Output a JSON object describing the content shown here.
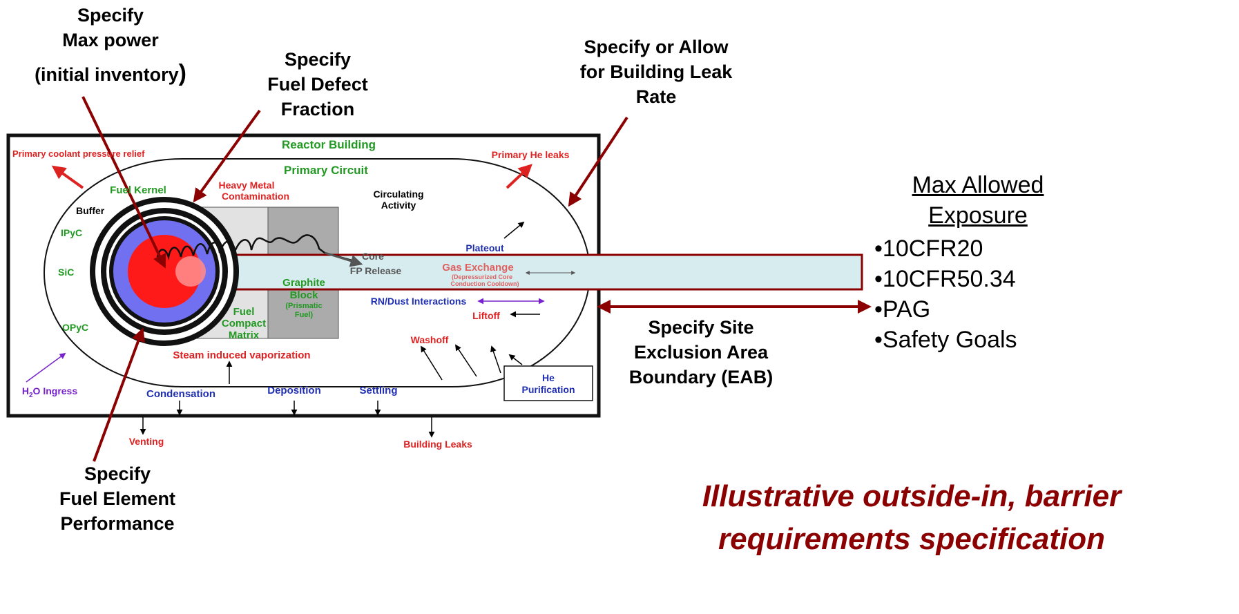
{
  "callouts": {
    "max_power": [
      "Specify",
      "Max power",
      "(initial inventory",
      ")"
    ],
    "fuel_defect": [
      "Specify",
      "Fuel Defect",
      "Fraction"
    ],
    "leak_rate": [
      "Specify or Allow",
      "for Building Leak",
      "Rate"
    ],
    "site_eab": [
      "Specify Site",
      "Exclusion Area",
      "Boundary (EAB)"
    ],
    "fuel_element": [
      "Specify",
      "Fuel Element",
      "Performance"
    ]
  },
  "diagram": {
    "reactor_building": "Reactor Building",
    "primary_circuit": "Primary Circuit",
    "primary_relief": "Primary coolant pressure relief",
    "primary_he_leaks": "Primary He leaks",
    "fuel_kernel": "Fuel Kernel",
    "buffer": "Buffer",
    "ipyc": "IPyC",
    "sic": "SiC",
    "opyc": "OPyC",
    "heavy_metal": [
      "Heavy Metal",
      "Contamination"
    ],
    "circulating": [
      "Circulating",
      "Activity"
    ],
    "plateout": "Plateout",
    "core": "Core",
    "fp_release": "FP Release",
    "gas_exchange": "Gas Exchange",
    "gas_exchange_sub": [
      "(Depressurized Core",
      "Conduction Cooldown)"
    ],
    "graphite": [
      "Graphite",
      "Block"
    ],
    "prismatic": [
      "(Prismatic",
      "Fuel)"
    ],
    "fuel_compact": [
      "Fuel",
      "Compact",
      "Matrix"
    ],
    "rn_dust": "RN/Dust Interactions",
    "liftoff": "Liftoff",
    "washoff": "Washoff",
    "steam": "Steam induced vaporization",
    "h2o_ingress": [
      "H",
      "2",
      "O Ingress"
    ],
    "condensation": "Condensation",
    "deposition": "Deposition",
    "settling": "Settling",
    "he_purification": [
      "He",
      "Purification"
    ],
    "venting": "Venting",
    "building_leaks": "Building Leaks"
  },
  "limits": {
    "heading": [
      "Max Allowed",
      "Exposure"
    ],
    "items": [
      "•10CFR20",
      "•10CFR50.34",
      "•PAG",
      "•Safety Goals"
    ]
  },
  "tagline": [
    "Illustrative outside-in, barrier",
    "requirements specification"
  ],
  "colors": {
    "arrow": "#8b0000",
    "green_label": "#229922",
    "red_label": "#dd2222",
    "blue_label": "#1f2fb0",
    "purple": "#7722cc",
    "kernel": "#ff1a1a",
    "buffer_layer": "#7070f0",
    "channel": "#d6ecef"
  }
}
